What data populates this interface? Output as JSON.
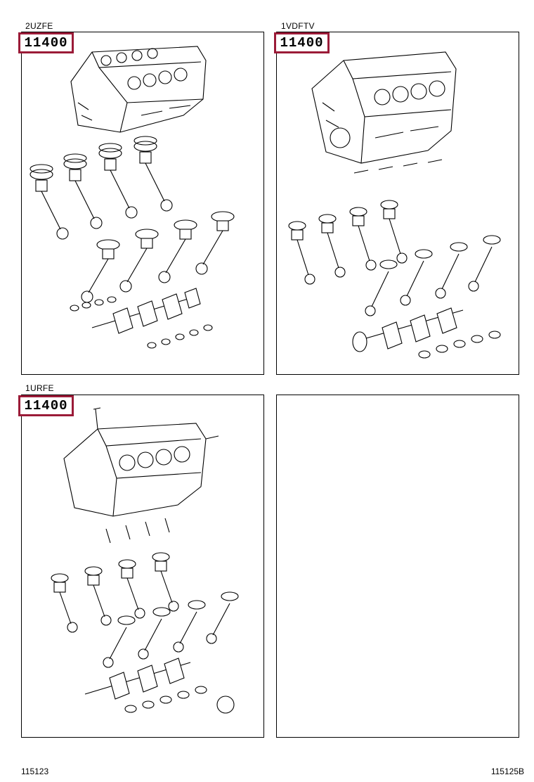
{
  "panels": [
    {
      "engine": "2UZFE",
      "part_number": "11400"
    },
    {
      "engine": "1VDFTV",
      "part_number": "11400"
    },
    {
      "engine": "1URFE",
      "part_number": "11400"
    }
  ],
  "footer": {
    "left_code": "115123",
    "right_code": "115125B"
  },
  "colors": {
    "highlight_border": "#9b1b38",
    "line": "#000000",
    "background": "#ffffff"
  }
}
